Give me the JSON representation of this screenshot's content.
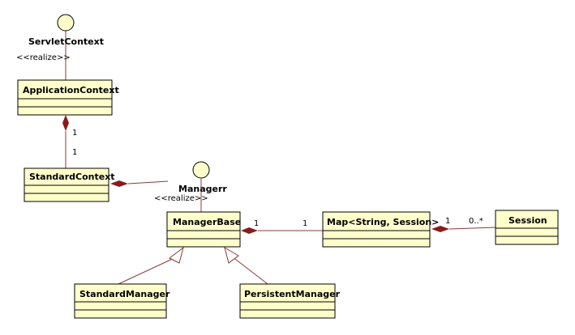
{
  "colors": {
    "class_fill": "#ffffcc",
    "class_border": "#000000",
    "connector": "#8b3a3a",
    "diamond": "#8b1a1a",
    "interface_fill": "#ffffcc"
  },
  "interfaces": {
    "servlet_context": "ServletContext",
    "manager": "Managerr"
  },
  "stereotypes": {
    "realize_1": "<<realize>>",
    "realize_2": "<<realize>>"
  },
  "classes": {
    "application_context": "ApplicationContext",
    "standard_context": "StandardContext",
    "manager_base": "ManagerBase",
    "map_string_session": "Map<String, Session>",
    "session": "Session",
    "standard_manager": "StandardManager",
    "persistent_manager": "PersistentManager"
  },
  "multiplicities": {
    "app_to_std_top": "1",
    "app_to_std_bottom": "1",
    "base_to_map_left": "1",
    "base_to_map_right": "1",
    "map_to_session_left": "1",
    "map_to_session_right": "0..*"
  }
}
